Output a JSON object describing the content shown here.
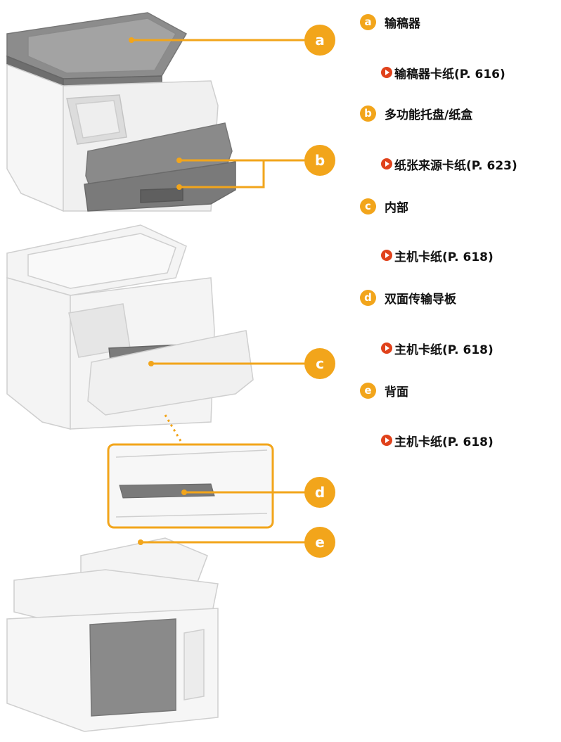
{
  "legend": [
    {
      "letter": "a",
      "label": "输稿器",
      "link": "输稿器卡纸(P. 616)"
    },
    {
      "letter": "b",
      "label": "多功能托盘/纸盒",
      "link": "纸张来源卡纸(P. 623)"
    },
    {
      "letter": "c",
      "label": "内部",
      "link": "主机卡纸(P. 618)"
    },
    {
      "letter": "d",
      "label": "双面传输导板",
      "link": "主机卡纸(P. 618)"
    },
    {
      "letter": "e",
      "label": "背面",
      "link": "主机卡纸(P. 618)"
    }
  ],
  "callouts": [
    "a",
    "b",
    "c",
    "d",
    "e"
  ],
  "colors": {
    "accent": "#f2a51b",
    "link_arrow": "#e0421b",
    "line": "#f2a51b"
  }
}
